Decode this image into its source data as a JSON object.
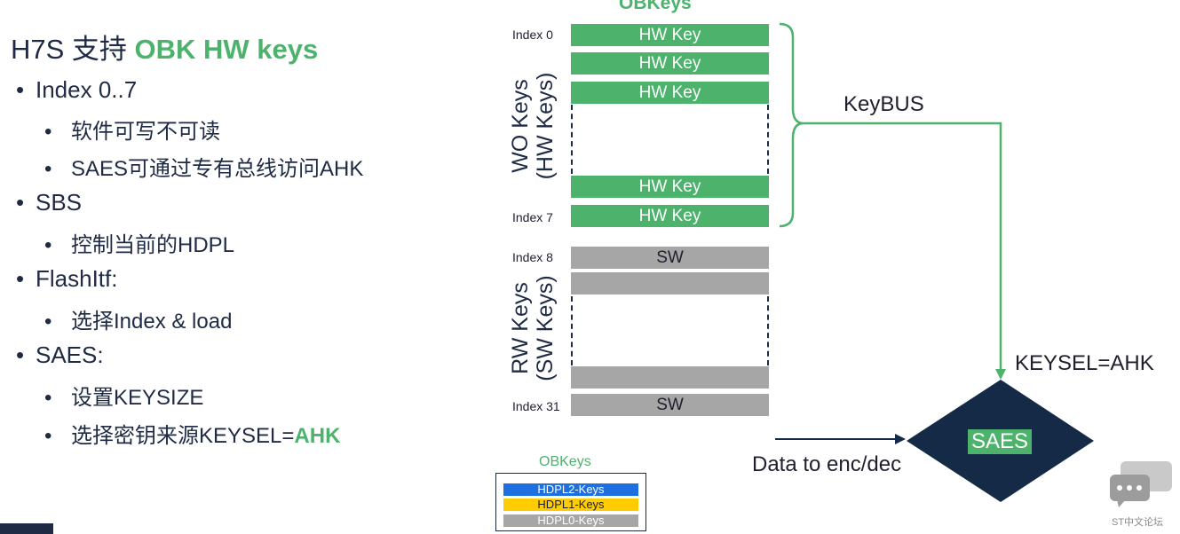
{
  "title": {
    "prefix": "H7S 支持 ",
    "highlight": "OBK HW keys"
  },
  "bullets": [
    {
      "level": 1,
      "text": "Index 0..7"
    },
    {
      "level": 2,
      "text": "软件可写不可读"
    },
    {
      "level": 2,
      "text": "SAES可通过专有总线访问AHK"
    },
    {
      "level": 1,
      "text": "SBS"
    },
    {
      "level": 2,
      "text": "控制当前的HDPL"
    },
    {
      "level": 1,
      "text": "FlashItf:"
    },
    {
      "level": 2,
      "text": "选择Index & load"
    },
    {
      "level": 1,
      "text": "SAES:"
    },
    {
      "level": 2,
      "text": "设置KEYSIZE"
    },
    {
      "level": 2,
      "text": "选择密钥来源KEYSEL=",
      "highlight": "AHK"
    }
  ],
  "diagram": {
    "obk_title": "OBKeys",
    "wo_label": {
      "line1": "WO Keys",
      "line2": "(HW Keys)"
    },
    "rw_label": {
      "line1": "RW Keys",
      "line2": "(SW Keys)"
    },
    "indices": {
      "i0": "Index 0",
      "i7": "Index 7",
      "i8": "Index 8",
      "i31": "Index 31"
    },
    "hw_slot": "HW Key",
    "sw_slot": "SW",
    "keybus": "KeyBUS",
    "keysel": "KEYSEL=AHK",
    "saes": "SAES",
    "data_label": "Data to enc/dec"
  },
  "legend": {
    "title": "OBKeys",
    "items": [
      {
        "label": "HDPL2-Keys",
        "color": "#1e6fe0",
        "text_color": "#ffffff"
      },
      {
        "label": "HDPL1-Keys",
        "color": "#ffcc00",
        "text_color": "#1f1f2e"
      },
      {
        "label": "HDPL0-Keys",
        "color": "#a6a6a6",
        "text_color": "#ffffff"
      }
    ]
  },
  "watermark": {
    "text": "ST中文论坛",
    "icon": "chat-bubbles-icon"
  },
  "colors": {
    "accent_green": "#4cb26c",
    "navy": "#1a2a44",
    "gray": "#a6a6a6"
  }
}
